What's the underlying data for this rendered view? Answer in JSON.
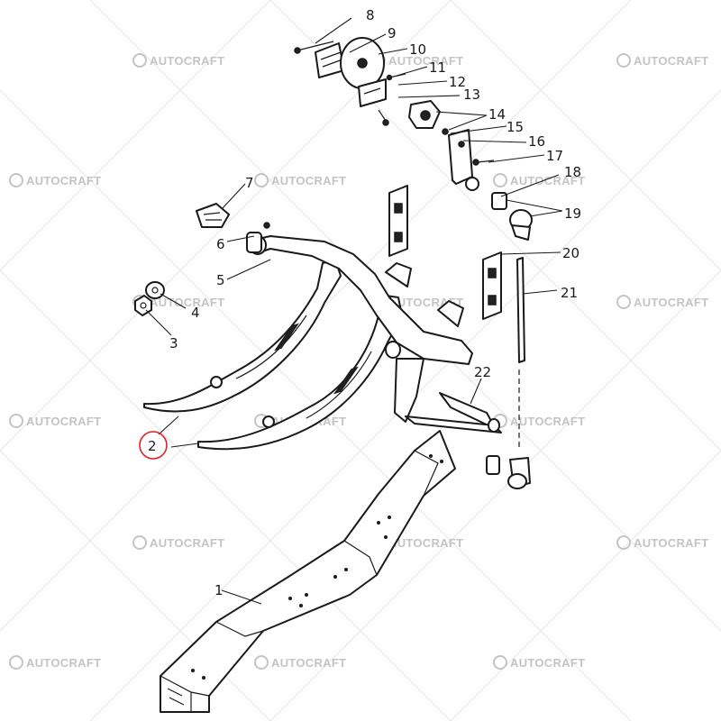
{
  "watermark": {
    "text": "AUTOCRAFT"
  },
  "highlight": {
    "part": "2",
    "color": "#e02020"
  },
  "callouts": {
    "c1": "1",
    "c2": "2",
    "c3": "3",
    "c4": "4",
    "c5": "5",
    "c6": "6",
    "c7": "7",
    "c8": "8",
    "c9": "9",
    "c10": "10",
    "c11": "11",
    "c12": "12",
    "c13": "13",
    "c14": "14",
    "c15": "15",
    "c16": "16",
    "c17": "17",
    "c18": "18",
    "c19": "19",
    "c20": "20",
    "c21": "21",
    "c22": "22"
  }
}
